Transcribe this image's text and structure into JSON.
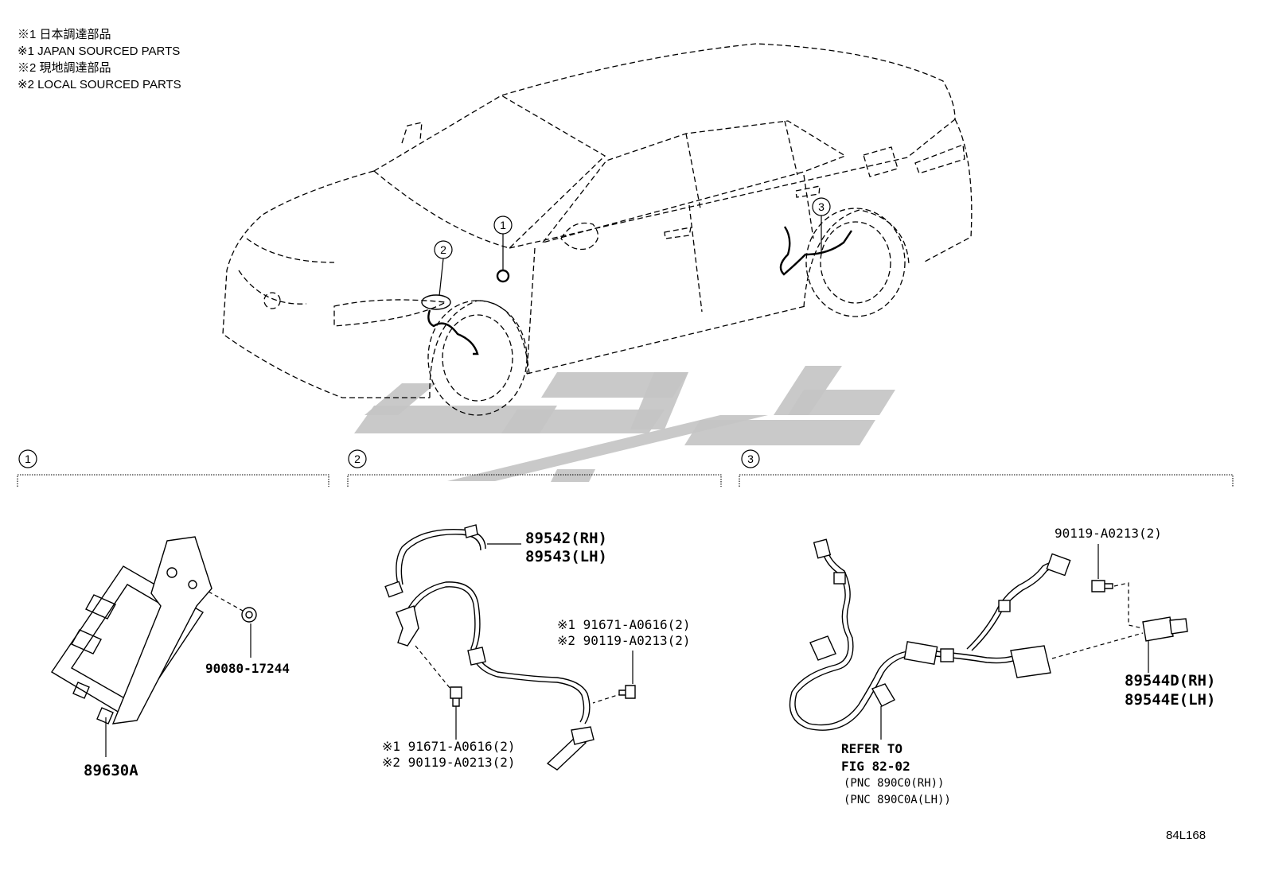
{
  "notes": [
    "※1 日本調達部品",
    "※1 JAPAN SOURCED PARTS",
    "※2 現地調達部品",
    "※2 LOCAL SOURCED PARTS"
  ],
  "callouts": [
    "1",
    "2",
    "3"
  ],
  "section1": {
    "number": "1",
    "ecu_part": "89630A",
    "grommet_part": "90080-17244"
  },
  "section2": {
    "number": "2",
    "sensor_rh": "89542(RH)",
    "sensor_lh": "89543(LH)",
    "upper_bolt_1": "※1 91671-A0616(2)",
    "upper_bolt_2": "※2 90119-A0213(2)",
    "lower_bolt_1": "※1 91671-A0616(2)",
    "lower_bolt_2": "※2 90119-A0213(2)"
  },
  "section3": {
    "number": "3",
    "bolt": "90119-A0213(2)",
    "sensor_rh": "89544D(RH)",
    "sensor_lh": "89544E(LH)",
    "refer_line1": "REFER TO",
    "refer_line2": "FIG 82-02",
    "pnc_rh": "(PNC 890C0(RH))",
    "pnc_lh": "(PNC 890C0A(LH))"
  },
  "figure_code": "84L168",
  "colors": {
    "line": "#000000",
    "watermark": "#c4c4c4",
    "background": "#ffffff"
  }
}
